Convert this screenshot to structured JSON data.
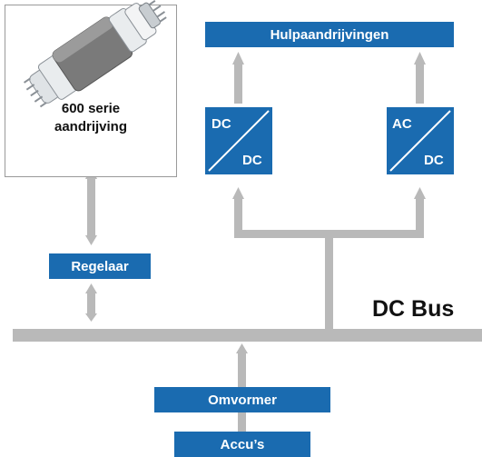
{
  "motor": {
    "line1": "600 serie",
    "line2": "aandrijving"
  },
  "auxiliary": {
    "label": "Hulpaandrijvingen"
  },
  "converters": [
    {
      "top": "DC",
      "bottom": "DC"
    },
    {
      "top": "AC",
      "bottom": "DC"
    }
  ],
  "controller": {
    "label": "Regelaar"
  },
  "bus": {
    "label": "DC Bus"
  },
  "inverter": {
    "label": "Omvormer"
  },
  "battery": {
    "label": "Accu’s"
  },
  "colors": {
    "accent": "#1a6bb0",
    "connector": "#b9b9b9",
    "motor_body": "#7a7a7a"
  }
}
